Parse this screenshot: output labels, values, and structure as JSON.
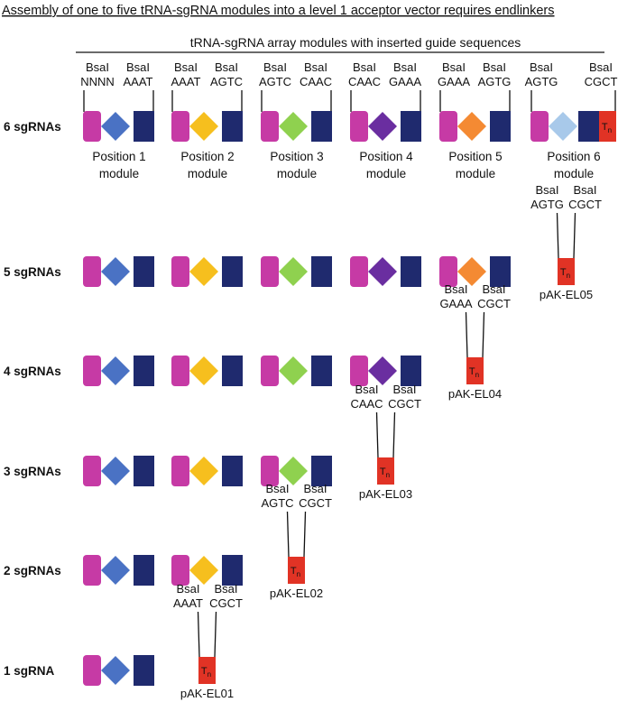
{
  "title": "Assembly of one to five tRNA-sgRNA modules into a level 1 acceptor vector requires endlinkers",
  "header": "tRNA-sgRNA array modules with inserted guide sequences",
  "enzyme": "BsaI",
  "terminator": {
    "letter": "T",
    "subscript": "n"
  },
  "colors": {
    "trna": "#c63aa5",
    "scaffold": "#1f2a6e",
    "terminator": "#e13325",
    "pos1": "#4a72c4",
    "pos2": "#f6bf1e",
    "pos3": "#8fd14f",
    "pos4": "#6a2ea0",
    "pos5": "#f48a33",
    "pos6": "#a8c9ea"
  },
  "positions": [
    {
      "label_line1": "Position 1",
      "label_line2": "module",
      "left_overhang": "NNNN",
      "right_overhang": "AAAT"
    },
    {
      "label_line1": "Position 2",
      "label_line2": "module",
      "left_overhang": "AAAT",
      "right_overhang": "AGTC"
    },
    {
      "label_line1": "Position 3",
      "label_line2": "module",
      "left_overhang": "AGTC",
      "right_overhang": "CAAC"
    },
    {
      "label_line1": "Position 4",
      "label_line2": "module",
      "left_overhang": "CAAC",
      "right_overhang": "GAAA"
    },
    {
      "label_line1": "Position 5",
      "label_line2": "module",
      "left_overhang": "GAAA",
      "right_overhang": "AGTG"
    },
    {
      "label_line1": "Position 6",
      "label_line2": "module",
      "left_overhang": "AGTG",
      "right_overhang": "CGCT"
    }
  ],
  "rows": [
    {
      "label": "6 sgRNAs",
      "modules": 6
    },
    {
      "label": "5 sgRNAs",
      "modules": 5,
      "endlinker": {
        "name": "pAK-EL05",
        "left_overhang": "AGTG",
        "right_overhang": "CGCT"
      }
    },
    {
      "label": "4 sgRNAs",
      "modules": 4,
      "endlinker": {
        "name": "pAK-EL04",
        "left_overhang": "GAAA",
        "right_overhang": "CGCT"
      }
    },
    {
      "label": "3 sgRNAs",
      "modules": 3,
      "endlinker": {
        "name": "pAK-EL03",
        "left_overhang": "CAAC",
        "right_overhang": "CGCT"
      }
    },
    {
      "label": "2 sgRNAs",
      "modules": 2,
      "endlinker": {
        "name": "pAK-EL02",
        "left_overhang": "AGTC",
        "right_overhang": "CGCT"
      }
    },
    {
      "label": "1 sgRNA",
      "modules": 1,
      "endlinker": {
        "name": "pAK-EL01",
        "left_overhang": "AAAT",
        "right_overhang": "CGCT"
      }
    }
  ]
}
